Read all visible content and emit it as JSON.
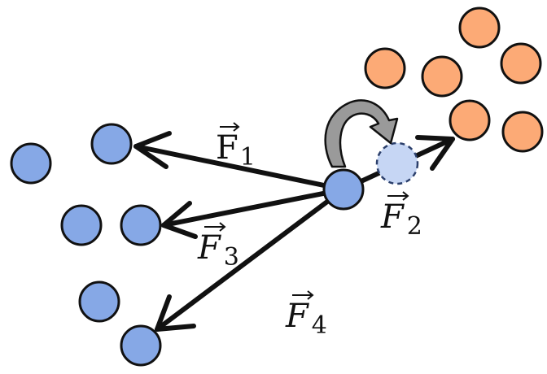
{
  "colors": {
    "blue_fill": "#86a8e6",
    "orange_fill": "#fcaa76",
    "outline": "#111111",
    "ghost_fill": "#c6d6f4",
    "swap_arrow_fill": "#9a9a9a"
  },
  "diagram": {
    "blue_particle_count": 7,
    "orange_particle_count": 6,
    "forces": [
      {
        "name": "F",
        "subscript": "1",
        "style": "upright"
      },
      {
        "name": "F",
        "subscript": "2",
        "style": "italic"
      },
      {
        "name": "F",
        "subscript": "3",
        "style": "italic"
      },
      {
        "name": "F",
        "subscript": "4",
        "style": "italic"
      }
    ],
    "icons": {
      "swap": "curved-swap-arrow-icon",
      "ghost": "dashed-ghost-particle"
    }
  }
}
